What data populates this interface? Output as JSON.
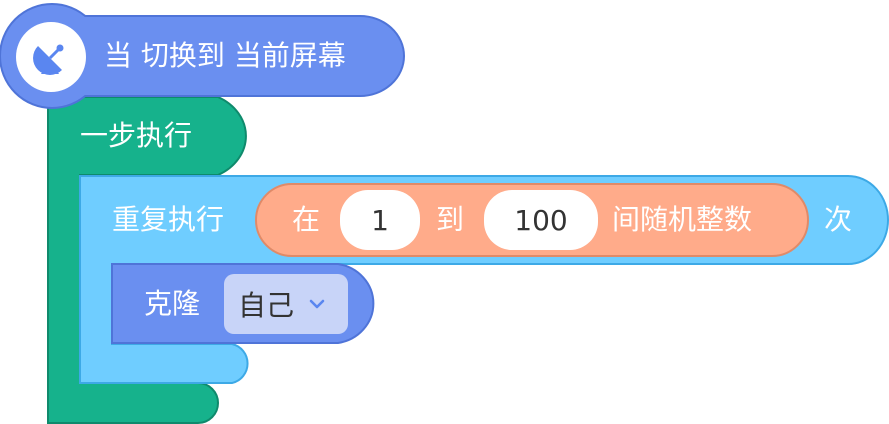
{
  "colors": {
    "event": "#6a8ff0",
    "event_border": "#4f74d8",
    "control": "#16b28c",
    "control_border": "#0f8a6c",
    "repeat": "#6fcdff",
    "repeat_border": "#3da9e6",
    "operator": "#ffab8a",
    "operator_border": "#e08a68",
    "clone": "#6a8ff0",
    "clone_border": "#4f74d8",
    "dropdown_bg": "#c8d4f8",
    "icon_accent": "#5a86f0"
  },
  "hat_block": {
    "icon": "satellite-dish-icon",
    "label": "当 切换到 当前屏幕"
  },
  "step_block": {
    "label": "一步执行"
  },
  "repeat_block": {
    "label": "重复执行",
    "suffix": "次"
  },
  "random_block": {
    "prefix": "在",
    "from_value": "1",
    "middle": "到",
    "to_value": "100",
    "suffix": "间随机整数"
  },
  "clone_block": {
    "label": "克隆",
    "dropdown_value": "自己",
    "dropdown_icon": "chevron-down-icon"
  }
}
